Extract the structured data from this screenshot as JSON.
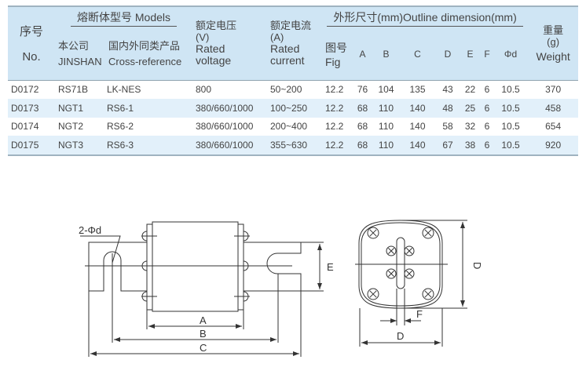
{
  "table": {
    "seq_cn": "序号",
    "seq_en": "No.",
    "models_group": "熔断体型号 Models",
    "jinshan_cn": "本公司",
    "jinshan_en": "JINSHAN",
    "cross_cn": "国内外同类产品",
    "cross_en": "Cross-reference",
    "voltage_cn": "额定电压",
    "voltage_unit": "(V)",
    "voltage_en1": "Rated",
    "voltage_en2": "voltage",
    "current_cn": "额定电流",
    "current_unit": "(A)",
    "current_en1": "Rated",
    "current_en2": "current",
    "outline_group": "外形尺寸(mm)Outline dimension(mm)",
    "fig_cn": "图号",
    "fig_en": "Fig",
    "dims": [
      "A",
      "B",
      "C",
      "D",
      "E",
      "F",
      "Φd"
    ],
    "weight_cn": "重量",
    "weight_unit": "(g)",
    "weight_en": "Weight",
    "rows": [
      [
        "D0172",
        "RS71B",
        "LK-NES",
        "800",
        "50~200",
        "12.2",
        "76",
        "104",
        "135",
        "43",
        "22",
        "6",
        "10.5",
        "370"
      ],
      [
        "D0173",
        "NGT1",
        "RS6-1",
        "380/660/1000",
        "100~250",
        "12.2",
        "68",
        "110",
        "140",
        "48",
        "25",
        "6",
        "10.5",
        "458"
      ],
      [
        "D0174",
        "NGT2",
        "RS6-2",
        "380/660/1000",
        "200~400",
        "12.2",
        "68",
        "110",
        "140",
        "58",
        "32",
        "6",
        "10.5",
        "654"
      ],
      [
        "D0175",
        "NGT3",
        "RS6-3",
        "380/660/1000",
        "355~630",
        "12.2",
        "68",
        "110",
        "140",
        "67",
        "38",
        "6",
        "10.5",
        "920"
      ]
    ]
  },
  "drawing": {
    "hole_label": "2-Φd",
    "A": "A",
    "B": "B",
    "C": "C",
    "D": "D",
    "E": "E",
    "F": "F"
  }
}
